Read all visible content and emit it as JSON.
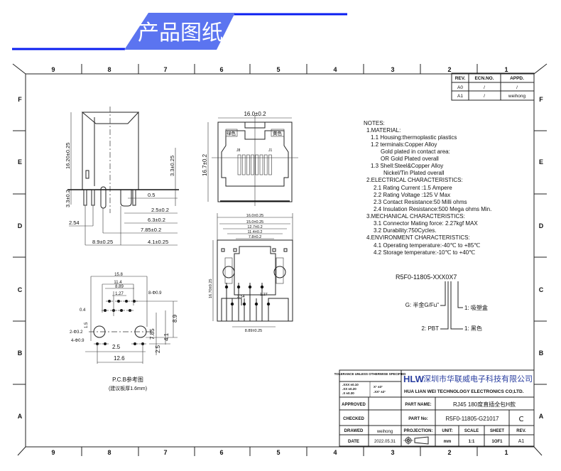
{
  "header": {
    "title": "产品图纸",
    "accent_color": "#5b74f0",
    "line_color": "#0a1ef0"
  },
  "frame": {
    "columns": [
      "9",
      "8",
      "7",
      "6",
      "5",
      "4",
      "3",
      "2",
      "1"
    ],
    "rows": [
      "F",
      "E",
      "D",
      "C",
      "B",
      "A"
    ]
  },
  "revision_table": {
    "headers": [
      "REV.",
      "ECN.NO.",
      "APPD."
    ],
    "rows": [
      [
        "A0",
        "/",
        "/"
      ],
      [
        "A1",
        "/",
        "weihong"
      ]
    ]
  },
  "notes": [
    "NOTES:",
    "1.MATERIAL:",
    "1.1  Housing:thermoplastic plastics",
    "1.2  terminals:Copper Alloy",
    "Gold plated in contact area:",
    "OR Gold   Plated overall",
    "1.3  Shell:Steel&Copper Alloy",
    "Nickel/Tin Plated overall",
    "2.ELECTRICAL  CHARACTERISTICS:",
    "2.1  Rating Current :1.5 Ampere",
    "2.2  Rating Voltage :125 V Max",
    "2.3  Contact Resistance:50 Milli ohms",
    "2.4  Insulation Resistance:500 Mega ohms Min.",
    "3.MECHANICAL  CHARACTERISTICS:",
    "3.1  Connector Mating force: 2.27kgf MAX",
    "3.2  Durability:750Cycles.",
    "4.ENVIRONMENT  CHARACTERISTICS:",
    "4.1  Operating temperature:-40℃  to  +85℃",
    "4.2  Storage temperature:-10℃  to  +40℃"
  ],
  "part_code": {
    "code": "R5F0-11805-XXX0X7",
    "options": [
      "G: 半金G/Fu\"",
      "2: PBT",
      "1: 吸塑盒",
      "1: 黑色"
    ]
  },
  "side_view": {
    "dims": [
      "16.20±0.25",
      "3.3±0.25",
      "3.3±0.2",
      "0.5",
      "2.5±0.2",
      "6.3±0.2",
      "7.85±0.2",
      "2.54",
      "8.9±0.25",
      "4.1±0.25"
    ]
  },
  "front_view": {
    "dims": [
      "16.0±0.2",
      "16.7±0.2"
    ],
    "labels": [
      "绿色",
      "黄色",
      "J8",
      "J1"
    ]
  },
  "bottom_view": {
    "dims": [
      "16.0±0.25",
      "15.0±0.25",
      "12.7±0.2",
      "11.4±0.2",
      "7.8±0.2",
      "16.70±0.25",
      "2.54",
      "1.27",
      "8.89±0.25"
    ]
  },
  "pcb_view": {
    "dims": [
      "15.8",
      "11.4",
      "8.89",
      "1.27",
      "8-Φ0.9",
      "0.4",
      "1.5",
      "2-Φ3.2",
      "4-Φ0.9",
      "2.5",
      "12.6",
      "8.9",
      "7.85",
      "4.1",
      "2.5"
    ],
    "caption": "P.C.B参考图",
    "subcaption": "(建议板厚1.6mm)"
  },
  "title_block": {
    "tolerance_title": "TOLERANCE UNLESS OTHERWISE SPECIFIED",
    "tolerance_lines": [
      ".XXX ±0.10",
      ".XX  ±0.20",
      ".X   ±0.30",
      "X°  ±3°",
      ".XX° ±2°"
    ],
    "logo": "HLW",
    "company_cn": "深圳市华联威电子科技有限公司",
    "company_en": "HUA LIAN WEI TECHNOLOGY ELECTRONICS CO;LTD.",
    "approved_label": "APPROVED",
    "checked_label": "CHECKED",
    "drawed_label": "DRAWED",
    "drawed_value": "weihong",
    "date_label": "DATE",
    "date_value": "2022.05.31",
    "part_name_label": "PART NAME:",
    "part_name_value": "RJ45 180度直插全包H款",
    "part_no_label": "PART No:",
    "part_no_value": "R5F0-11805-G21017",
    "rev_letter": "C",
    "projection_label": "PROJECTION:",
    "unit_label": "UNIT:",
    "unit_value": "mm",
    "scale_label": "SCALE",
    "scale_value": "1:1",
    "sheet_label": "SHEET",
    "sheet_value": "1OF1",
    "rev_label": "REV.",
    "rev_value": "A1"
  }
}
